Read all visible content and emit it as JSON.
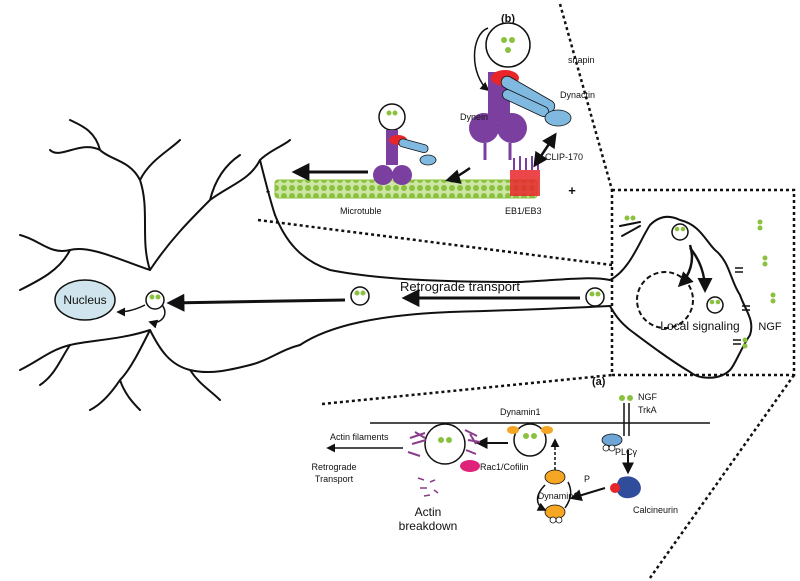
{
  "labels": {
    "panel_a": "(a)",
    "panel_b": "(b)",
    "nucleus": "Nucleus",
    "retrograde_transport": "Retrograde transport",
    "local_signaling": "Local signaling",
    "ngf_terminal": "NGF",
    "snapin": "snapin",
    "dynactin": "Dynactin",
    "dynein": "Dynein",
    "clip170": "CLIP-170",
    "eb1_eb3": "EB1/EB3",
    "microtuble": "Microtuble",
    "minus_end": "-",
    "plus_end": "+",
    "dynamin1_top": "Dynamin1",
    "ngf_membrane": "NGF",
    "trka": "TrkA",
    "plc_gamma": "PLCγ",
    "calcineurin": "Calcineurin",
    "dynamin1_cycle": "Dynamin1",
    "phospho": "P",
    "rac1_cofilin": "Rac1/Cofilin",
    "actin_filaments": "Actin filaments",
    "actin_breakdown_1": "Actin",
    "actin_breakdown_2": "breakdown",
    "retrograde_1": "Retrograde",
    "retrograde_2": "Transport"
  },
  "colors": {
    "dynein": "#7b3fa0",
    "dynactin": "#7fb9e0",
    "snapin": "#e8262a",
    "ngf": "#8ac23f",
    "nucleus": "#cfe4ec",
    "microtubule": "#8ac23f",
    "dynamin": "#f5a623",
    "calcineurin": "#2f4d9a",
    "rac1": "#e0237a",
    "plc": "#6ea6d8",
    "actin": "#8a3d8a",
    "clip": "#d81b60"
  }
}
